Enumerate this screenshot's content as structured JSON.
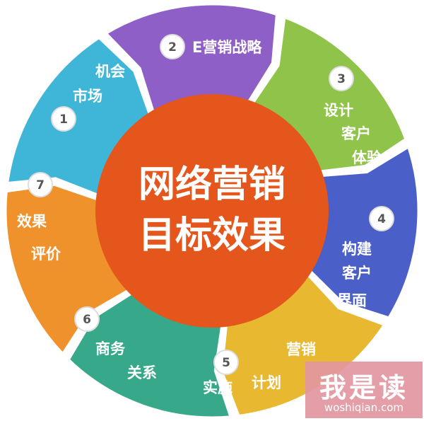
{
  "center": {
    "line1": "网络营销",
    "line2": "目标效果",
    "color": "#e4561c"
  },
  "segments": [
    {
      "number": "1",
      "lines": [
        "机会",
        "市场"
      ],
      "color": "#8e5fc6"
    },
    {
      "number": "2",
      "lines": [
        "E营销战略"
      ],
      "color": "#8fc34a"
    },
    {
      "number": "3",
      "lines": [
        "设计",
        "客户",
        "体验"
      ],
      "color": "#4a5fc8"
    },
    {
      "number": "4",
      "lines": [
        "构建",
        "客户",
        "界面"
      ],
      "color": "#e8b830"
    },
    {
      "number": "5",
      "lines": [
        "营销",
        "计划",
        "实施"
      ],
      "color": "#37a98a"
    },
    {
      "number": "6",
      "lines": [
        "商务",
        "关系"
      ],
      "color": "#f0922c"
    },
    {
      "number": "7",
      "lines": [
        "效果",
        "评价"
      ],
      "color": "#3fb6d8"
    }
  ],
  "watermark": {
    "text": "我是读",
    "url": "woshiqian.com"
  }
}
